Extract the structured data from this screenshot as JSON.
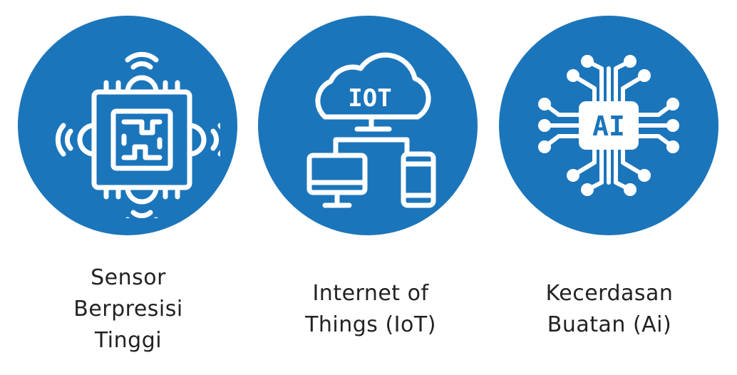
{
  "colors": {
    "circle": "#1b75bb",
    "icon": "#ffffff",
    "text": "#222222"
  },
  "features": [
    {
      "icon": "sensor-chip-icon",
      "label_lines": [
        "Sensor",
        "Berpresisi",
        "Tinggi"
      ]
    },
    {
      "icon": "iot-cloud-icon",
      "icon_text": "IOT",
      "label_lines": [
        "Internet of",
        "Things (IoT)"
      ]
    },
    {
      "icon": "ai-chip-icon",
      "icon_text": "AI",
      "label_lines": [
        "Kecerdasan",
        "Buatan (Ai)"
      ]
    }
  ]
}
